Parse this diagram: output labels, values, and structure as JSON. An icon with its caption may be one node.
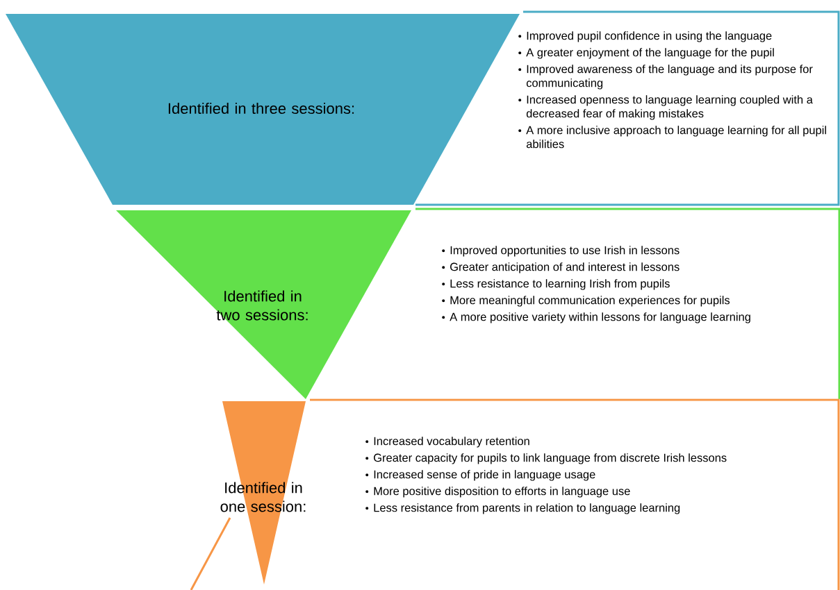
{
  "diagram": {
    "nodes": [
      {
        "text": [
          "Identified in three sessions:"
        ]
      },
      {
        "text": [
          "Improved pupil confidence in using the language",
          "A greater enjoyment of the language for the pupil",
          "Improved awareness of the language and its purpose for communicating",
          "Increased openness to language learning coupled with a decreased fear of making mistakes",
          "A more inclusive approach to language learning for all pupil abilities"
        ]
      },
      {
        "text": [
          "Identified in two sessions:"
        ]
      },
      {
        "text": [
          "Improved opportunities to use Irish in lessons",
          "Greater anticipation of and interest in lessons",
          "Less resistance to learning Irish from pupils",
          "More meaningful communication experiences for pupils",
          "A more positive variety within lessons for language learning"
        ]
      },
      {
        "text": [
          "Identified in one session:"
        ]
      },
      {
        "text": [
          "Increased vocabulary retention",
          "Greater capacity for pupils to link language from discrete Irish lessons",
          "Increased sense of pride in language usage",
          "More positive disposition to efforts in language use",
          "Less resistance from parents in relation to language learning"
        ]
      }
    ],
    "edges": []
  }
}
